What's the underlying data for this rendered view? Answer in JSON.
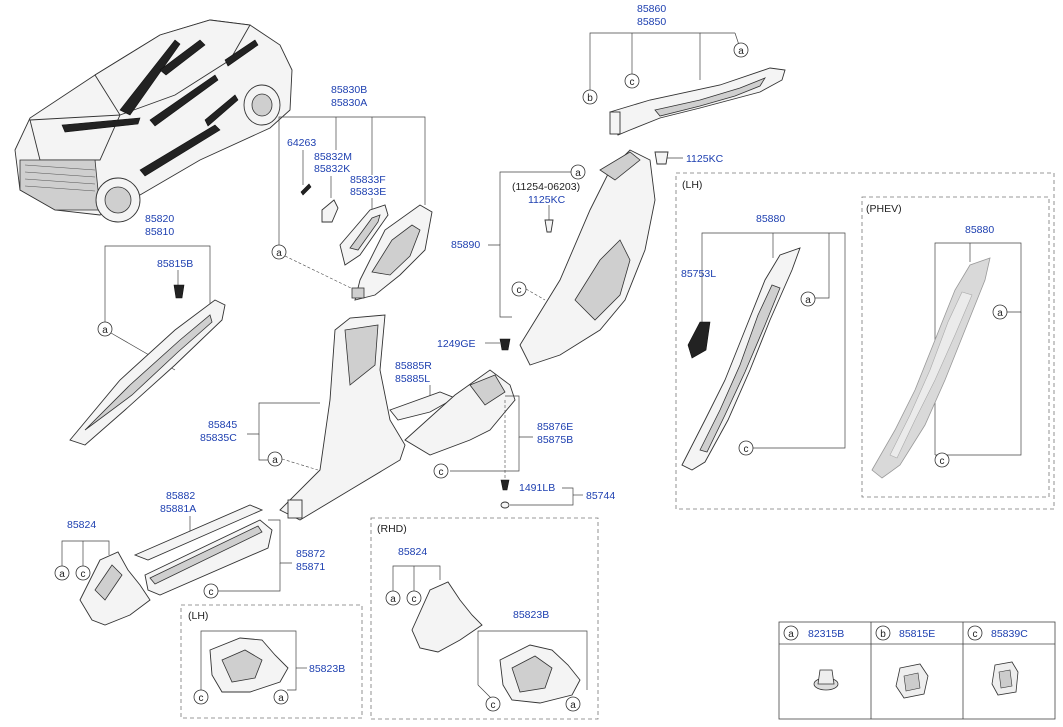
{
  "part_labels": {
    "p85860": "85860",
    "p85850": "85850",
    "p1125kc_top": "1125KC",
    "p85830b": "85830B",
    "p85830a": "85830A",
    "p64263": "64263",
    "p85832m": "85832M",
    "p85832k": "85832K",
    "p85833f": "85833F",
    "p85833e": "85833E",
    "p11254": "(11254-06203)",
    "p1125kc_mid": "1125KC",
    "p85890": "85890",
    "p85820": "85820",
    "p85810": "85810",
    "p85815b": "85815B",
    "p1249ge": "1249GE",
    "p85885r": "85885R",
    "p85885l": "85885L",
    "p85876e": "85876E",
    "p85875b": "85875B",
    "p85845": "85845",
    "p85835c": "85835C",
    "p1491lb": "1491LB",
    "p85744": "85744",
    "p85882": "85882",
    "p85881a": "85881A",
    "p85872": "85872",
    "p85871": "85871",
    "p85824_left": "85824",
    "p85823b_lh": "85823B",
    "p85824_rhd": "85824",
    "p85823b_rhd": "85823B",
    "p85880_lh": "85880",
    "p85753l": "85753L",
    "p85880_phev": "85880"
  },
  "section_labels": {
    "lh_box": "(LH)",
    "phev_box": "(PHEV)",
    "rhd_box": "(RHD)",
    "lh_small_box": "(LH)"
  },
  "callouts": {
    "a": "a",
    "b": "b",
    "c": "c"
  },
  "legend": [
    {
      "letter": "a",
      "part": "82315B"
    },
    {
      "letter": "b",
      "part": "85815E"
    },
    {
      "letter": "c",
      "part": "85839C"
    }
  ]
}
